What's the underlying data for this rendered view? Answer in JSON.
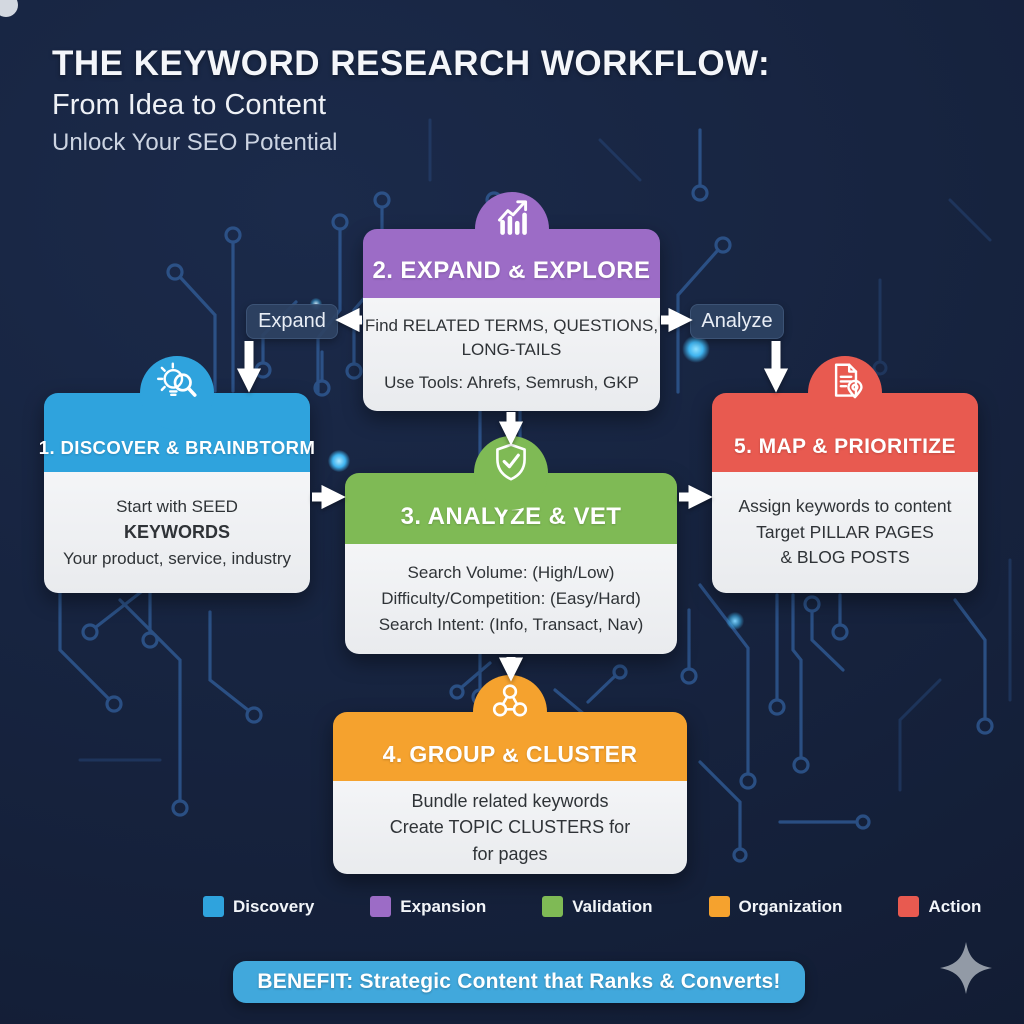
{
  "title": {
    "line1": "THE KEYWORD RESEARCH WORKFLOW:",
    "line2": "From Idea to Content",
    "line3": "Unlock Your SEO Potential"
  },
  "flow_labels": {
    "expand": "Expand",
    "analyze": "Analyze"
  },
  "steps": [
    {
      "title": "1. DISCOVER & BRAINBTORM",
      "icon": "lightbulb-magnifier-icon",
      "color": "#2FA3DD",
      "body_lines": [
        "Start with SEED",
        "KEYWORDS",
        "Your product, service, industry"
      ]
    },
    {
      "title": "2. EXPAND & EXPLORE",
      "icon": "growth-chart-icon",
      "color": "#9C6CC6",
      "body_lines": [
        "Find RELATED TERMS, QUESTIONS,",
        "LONG-TAILS",
        "Use Tools: Ahrefs, Semrush, GKP"
      ]
    },
    {
      "title": "3. ANALYZE & VET",
      "icon": "shield-check-icon",
      "color": "#7FBA55",
      "body_lines": [
        "Search Volume: (High/Low)",
        "Difficulty/Competition: (Easy/Hard)",
        "Search Intent: (Info, Transact, Nav)"
      ]
    },
    {
      "title": "4. GROUP & CLUSTER",
      "icon": "cluster-icon",
      "color": "#F5A22E",
      "body_lines": [
        "Bundle related keywords",
        "Create TOPIC CLUSTERS for",
        "for pages"
      ]
    },
    {
      "title": "5. MAP & PRIORITIZE",
      "icon": "document-pin-icon",
      "color": "#E85A50",
      "body_lines": [
        "Assign keywords to content",
        "Target PILLAR PAGES",
        "& BLOG POSTS"
      ]
    }
  ],
  "legend": {
    "items": [
      {
        "label": "Discovery",
        "color": "#2FA3DD"
      },
      {
        "label": "Expansion",
        "color": "#9C6CC6"
      },
      {
        "label": "Validation",
        "color": "#7FBA55"
      },
      {
        "label": "Organization",
        "color": "#F5A22E"
      },
      {
        "label": "Action",
        "color": "#E85A50"
      }
    ]
  },
  "benefit_banner": {
    "text": "BENEFIT: Strategic Content that Ranks & Converts!",
    "color": "#41A8DC"
  }
}
